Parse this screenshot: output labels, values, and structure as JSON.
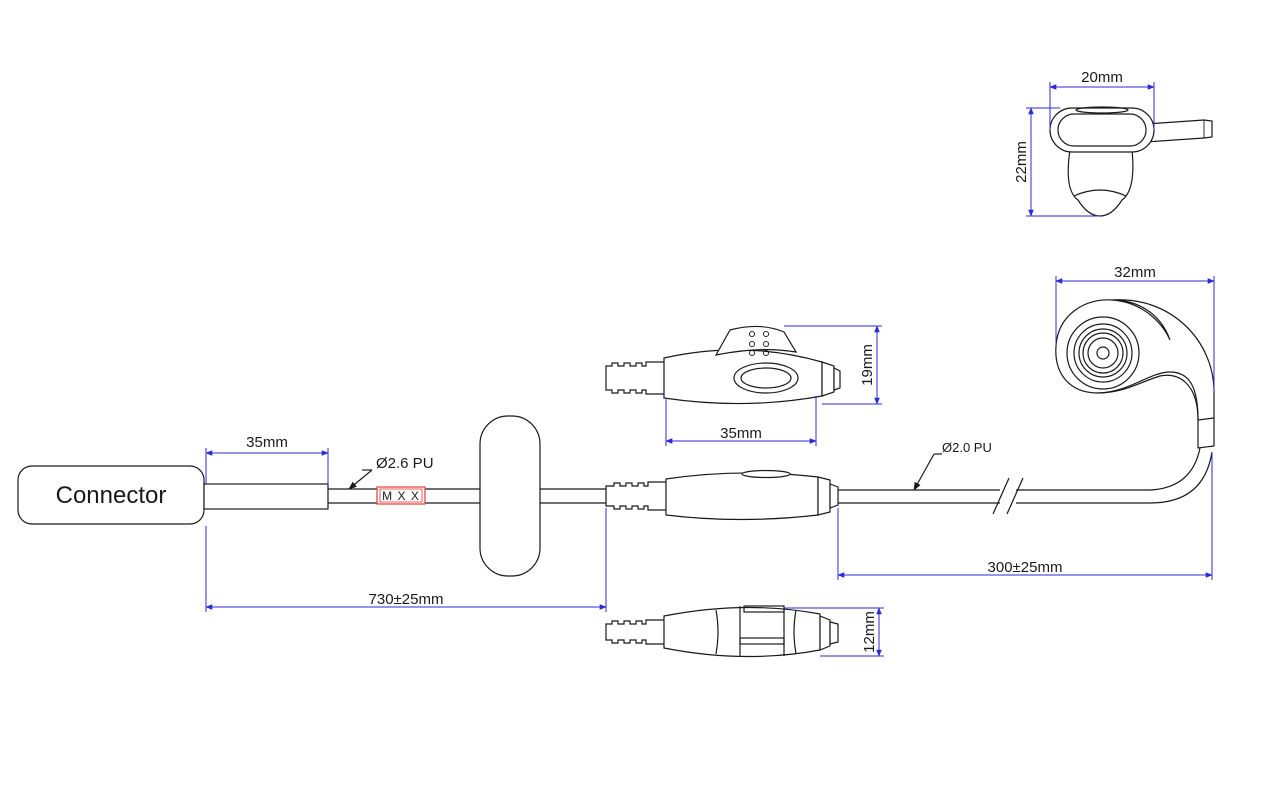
{
  "connector": {
    "label": "Connector"
  },
  "cables": {
    "main": {
      "label": "Ø2.6 PU"
    },
    "earpiece": {
      "label": "Ø2.0 PU"
    }
  },
  "marking": {
    "label": "M X X"
  },
  "dimensions": {
    "strain_relief_length": "35mm",
    "main_cable_length": "730±25mm",
    "ptt_length": "35mm",
    "ptt_height": "19mm",
    "ptt_thickness": "12mm",
    "earpiece_cable_length": "300±25mm",
    "earhook_width": "32mm",
    "earpiece_width": "20mm",
    "earpiece_height": "22mm"
  },
  "colors": {
    "dimension_line": "#2b2bd6",
    "outline": "#1a1a1a",
    "marking_box": "#e53935"
  }
}
